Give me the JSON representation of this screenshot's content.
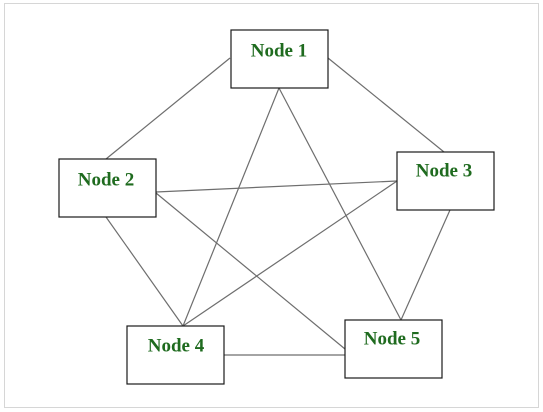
{
  "diagram": {
    "nodes": [
      {
        "id": "n1",
        "label": "Node 1"
      },
      {
        "id": "n2",
        "label": "Node 2"
      },
      {
        "id": "n3",
        "label": "Node 3"
      },
      {
        "id": "n4",
        "label": "Node 4"
      },
      {
        "id": "n5",
        "label": "Node 5"
      }
    ],
    "edges": [
      [
        "n1",
        "n2"
      ],
      [
        "n1",
        "n3"
      ],
      [
        "n1",
        "n4"
      ],
      [
        "n1",
        "n5"
      ],
      [
        "n2",
        "n3"
      ],
      [
        "n2",
        "n4"
      ],
      [
        "n2",
        "n5"
      ],
      [
        "n3",
        "n4"
      ],
      [
        "n3",
        "n5"
      ],
      [
        "n4",
        "n5"
      ]
    ],
    "colors": {
      "label": "#1f6b1f",
      "box_border": "#1a1a1a",
      "edge": "#6e6e6e"
    }
  }
}
